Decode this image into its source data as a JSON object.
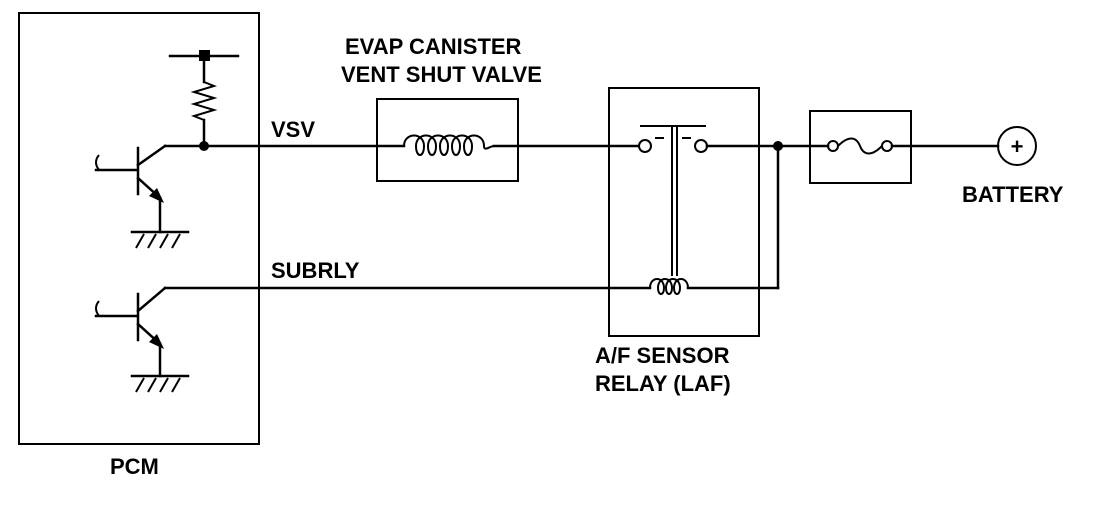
{
  "labels": {
    "evap_line1": "EVAP CANISTER",
    "evap_line2": "VENT SHUT VALVE",
    "vsv": "VSV",
    "subrly": "SUBRLY",
    "relay_line1": "A/F SENSOR",
    "relay_line2": "RELAY (LAF)",
    "battery": "BATTERY",
    "pcm": "PCM",
    "battery_symbol": "+"
  },
  "icons": {
    "coil": "inductor-coil-icon",
    "fuse": "fuse-icon",
    "battery": "battery-terminal-icon",
    "transistor": "npn-transistor-icon",
    "ground": "ground-icon",
    "resistor": "resistor-icon"
  },
  "colors": {
    "line": "#000000",
    "background": "#ffffff"
  }
}
